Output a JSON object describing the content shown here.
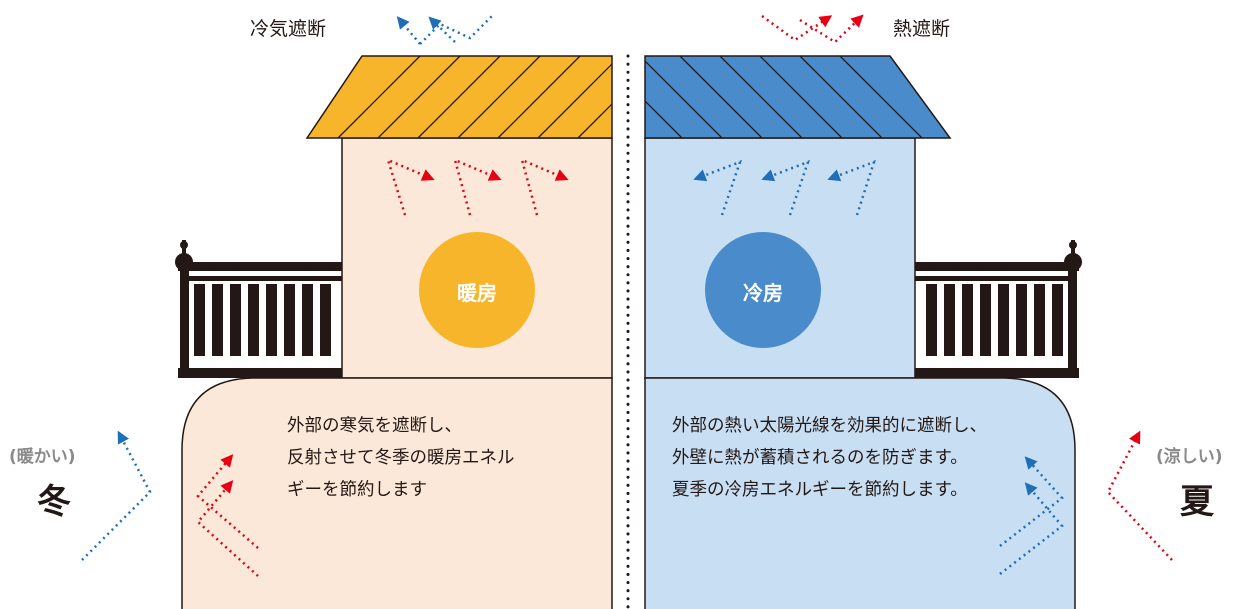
{
  "colors": {
    "warm_bg": "#fce8d8",
    "cool_bg": "#c8def2",
    "roof_warm": "#f6b52b",
    "roof_cool": "#4a8ccb",
    "circle_warm": "#f6b52b",
    "circle_cool": "#4a8ccb",
    "arrow_red": "#e60012",
    "arrow_blue": "#1f6fb8",
    "railing": "#231815",
    "text": "#231815",
    "season_sub": "#8a8a8a"
  },
  "top_labels": {
    "left": "冷気遮断",
    "right": "熱遮断"
  },
  "left_house": {
    "circle_label": "暖房",
    "description": [
      "外部の寒気を遮断し、",
      "反射させて冬季の暖房エネル",
      "ギーを節約します"
    ]
  },
  "right_house": {
    "circle_label": "冷房",
    "description": [
      "外部の熱い太陽光線を効果的に遮断し、",
      "外壁に熱が蓄積されるのを防ぎます。",
      "夏季の冷房エネルギーを節約します。"
    ]
  },
  "left_season": {
    "sub": "(暖かい)",
    "main": "冬"
  },
  "right_season": {
    "sub": "(涼しい)",
    "main": "夏"
  },
  "icons": {
    "divider": "dotted-divider",
    "heat_arrows": "dotted-arrow-icon",
    "cold_arrows": "dotted-arrow-icon"
  }
}
